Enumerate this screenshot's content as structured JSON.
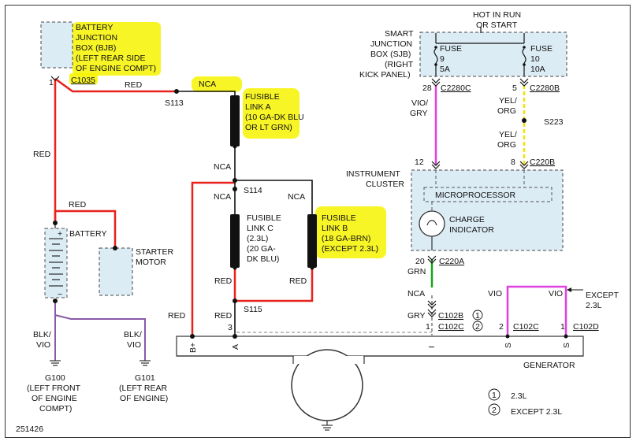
{
  "diagram_id": "251426",
  "header": {
    "hot_in_run": "HOT IN RUN",
    "or_start": "OR START"
  },
  "bjb": {
    "lines": [
      "BATTERY",
      "JUNCTION",
      "BOX (BJB)",
      "(LEFT REAR SIDE",
      "OF ENGINE COMPT)"
    ],
    "pin": "1",
    "connector": "C1035"
  },
  "sjb": {
    "lines": [
      "SMART",
      "JUNCTION",
      "BOX (SJB)",
      "(RIGHT",
      "KICK PANEL)"
    ],
    "fuse9": [
      "FUSE",
      "9",
      "5A"
    ],
    "fuse10": [
      "FUSE",
      "10",
      "10A"
    ],
    "pin28": "28",
    "conn_c2280c": "C2280C",
    "pin5": "5",
    "conn_c2280b": "C2280B"
  },
  "wires": {
    "red": "RED",
    "nca": "NCA",
    "vio_gry": [
      "VIO/",
      "GRY"
    ],
    "yel_org": [
      "YEL/",
      "ORG"
    ],
    "grn": "GRN",
    "gry": "GRY",
    "vio": "VIO",
    "blk_vio": [
      "BLK/",
      "VIO"
    ]
  },
  "splices": {
    "s113": "S113",
    "s114": "S114",
    "s115": "S115",
    "s223": "S223"
  },
  "fusible_link_a": [
    "FUSIBLE",
    "LINK A",
    "(10 GA-DK BLU",
    "OR LT GRN)"
  ],
  "fusible_link_b": [
    "FUSIBLE",
    "LINK B",
    "(18 GA-BRN)",
    "(EXCEPT 2.3L)"
  ],
  "fusible_link_c": [
    "FUSIBLE",
    "LINK C",
    "(2.3L)",
    "(20 GA-",
    "DK BLU)"
  ],
  "battery": {
    "label": "BATTERY",
    "plus": "+",
    "minus": "−"
  },
  "starter": [
    "STARTER",
    "MOTOR"
  ],
  "cluster": {
    "lines": [
      "INSTRUMENT",
      "CLUSTER"
    ],
    "pin12": "12",
    "pin8": "8",
    "conn_c220b": "C220B",
    "microprocessor": "MICROPROCESSOR",
    "indicator": [
      "CHARGE",
      "INDICATOR"
    ],
    "pin20": "20",
    "conn_c220a": "C220A"
  },
  "generator": {
    "label": "GENERATOR",
    "pin_bplus": "B+",
    "pin_a": "A",
    "pin_i": "I",
    "pin_s1": "S",
    "pin_s2": "S",
    "pin3": "3",
    "pin1": "1",
    "pin2": "2",
    "pin1b": "1",
    "conn_c102b": "C102B",
    "conn_c102c": "C102C",
    "conn_c102c_2": "C102C",
    "conn_c102d": "C102D",
    "except_note": [
      "EXCEPT",
      "2.3L"
    ]
  },
  "grounds": {
    "g100": [
      "G100",
      "(LEFT FRONT",
      "OF ENGINE",
      "COMPT)"
    ],
    "g101": [
      "G101",
      "(LEFT REAR",
      "OF ENGINE)"
    ]
  },
  "legend": [
    {
      "num": "1",
      "text": "2.3L"
    },
    {
      "num": "2",
      "text": "EXCEPT 2.3L"
    }
  ],
  "colors": {
    "red_wire": "#e8211d",
    "black_wire": "#111111",
    "violet_wire": "#e040e0",
    "yellow_wire": "#f2e200",
    "green_wire": "#1aa31a",
    "gray_wire": "#9a9a9a",
    "purple_ground": "#8a5aa8",
    "component_fill": "#dcecf5",
    "highlight": "#f7f300"
  }
}
